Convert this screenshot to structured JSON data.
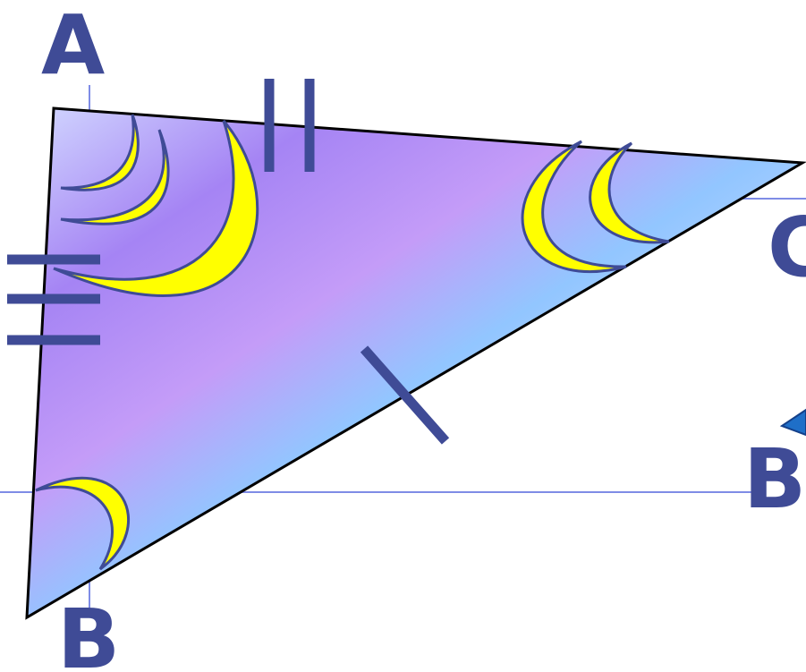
{
  "diagram": {
    "vertex_labels": {
      "top": "A",
      "bottom": "B",
      "right_partial": "C",
      "right_lower": "B"
    }
  },
  "colors": {
    "triangle_outline": "#000000",
    "gradient_violet": "#9e6cf4",
    "gradient_light_blue": "#92c6ff",
    "gradient_pale": "#d2d8ff",
    "angle_marks": "#ffff00",
    "tick_marks": "#3f4b96",
    "guide_lines": "#7f8ce6",
    "label_color": "#3f4b96"
  }
}
